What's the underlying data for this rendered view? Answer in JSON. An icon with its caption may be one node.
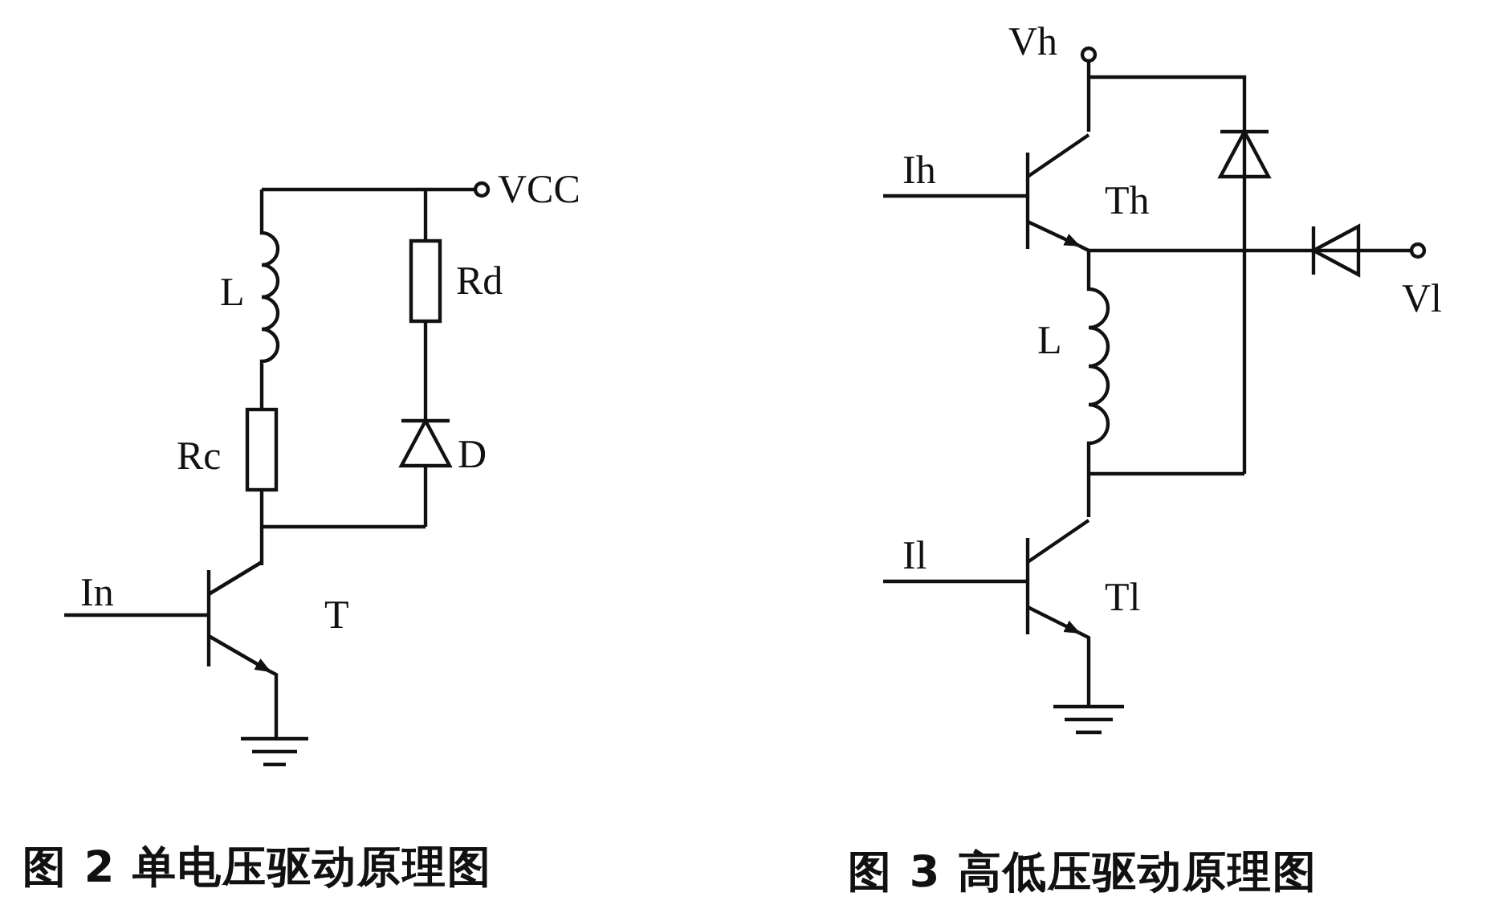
{
  "diagram": {
    "labels": [
      "VCC",
      "L",
      "Rd",
      "Rc",
      "D",
      "In",
      "T",
      "Vh",
      "Ih",
      "Th",
      "L",
      "Vl",
      "Il",
      "Tl",
      "图 2 单电压驱动原理图",
      "图 3 高低压驱动原理图"
    ]
  }
}
